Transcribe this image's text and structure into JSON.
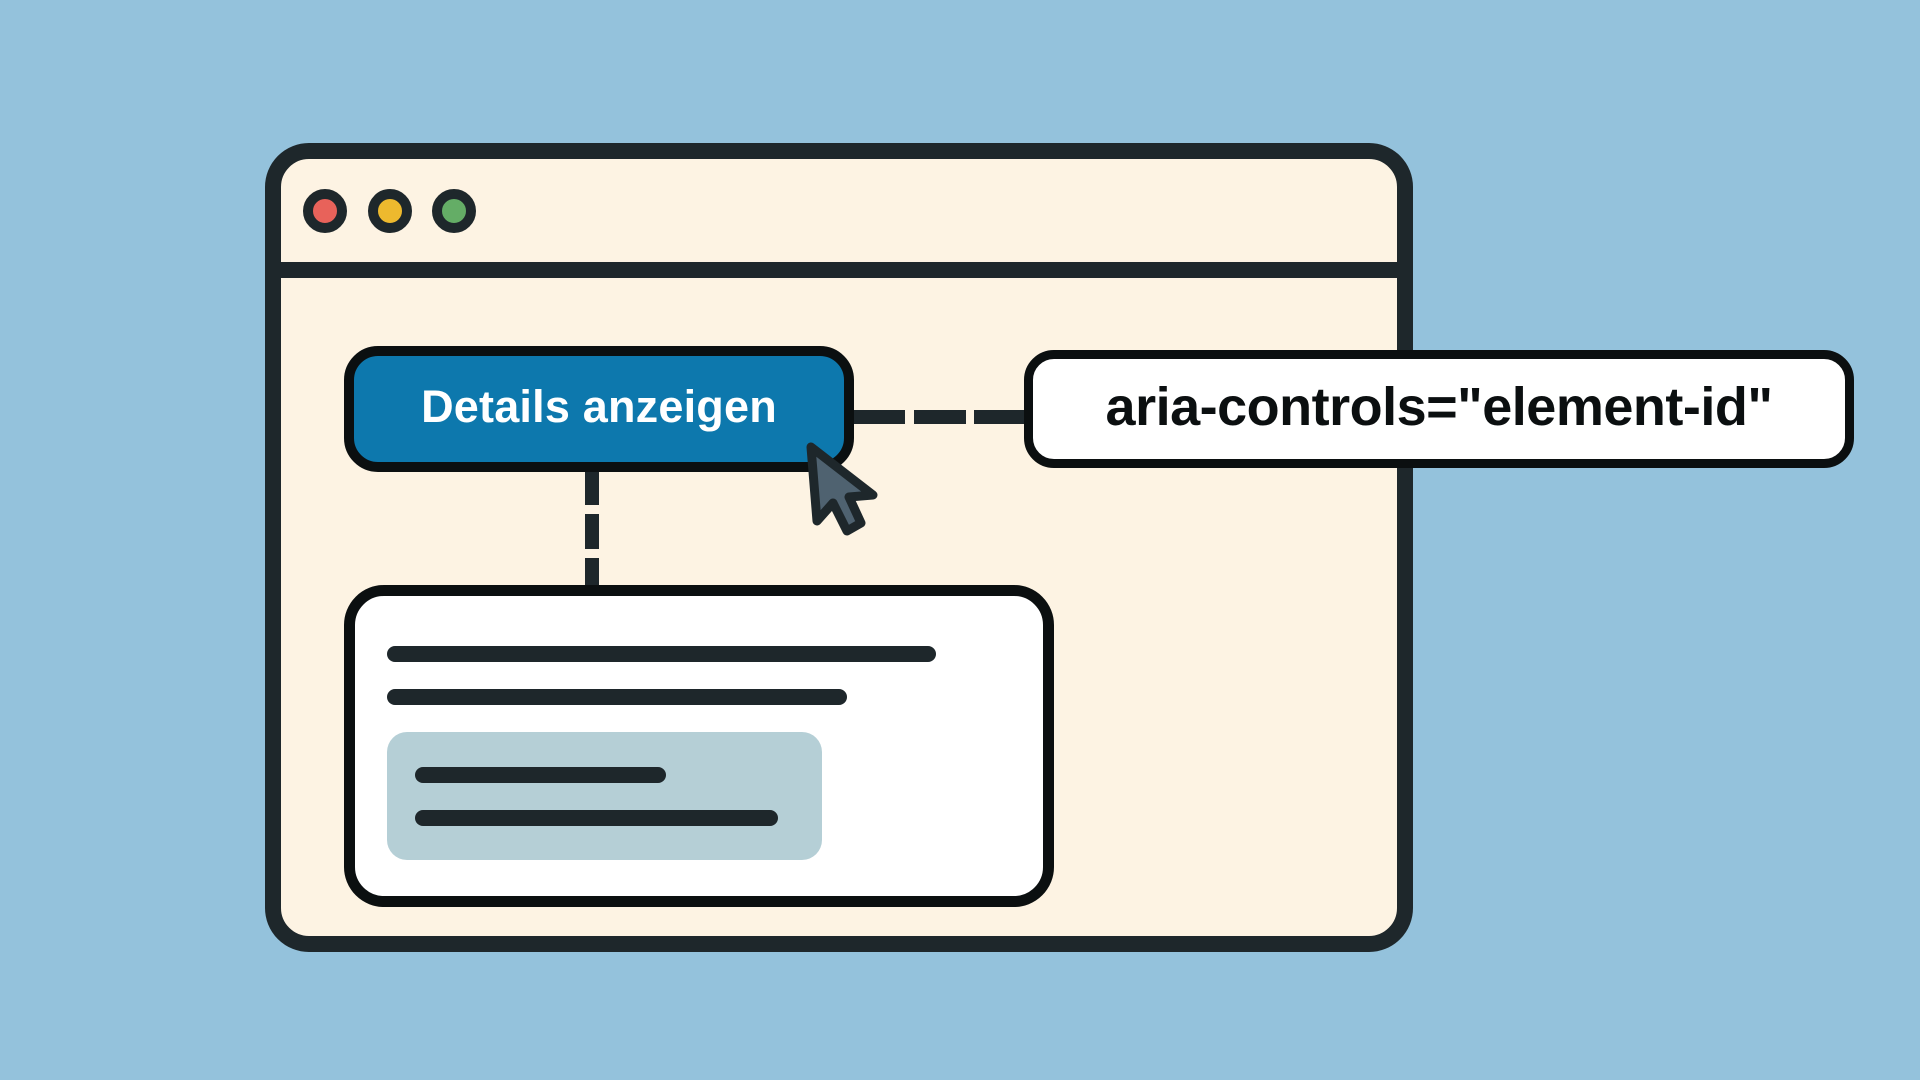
{
  "diagram": {
    "background_color": "#94c2dc",
    "window": {
      "frame_color": "#1e272b",
      "fill_color": "#fdf3e3",
      "traffic_lights": [
        {
          "name": "close",
          "color": "#e8625a"
        },
        {
          "name": "minimize",
          "color": "#edb92e"
        },
        {
          "name": "maximize",
          "color": "#64ad66"
        }
      ]
    },
    "button": {
      "label": "Details anzeigen",
      "color": "#0d78ad",
      "text_color": "#ffffff"
    },
    "attribute_label": {
      "text": "aria-controls=\"element-id\""
    },
    "connectors": [
      {
        "from": "button",
        "to": "attribute_label",
        "style": "dashed",
        "direction": "horizontal"
      },
      {
        "from": "button",
        "to": "content_panel",
        "style": "dashed",
        "direction": "vertical"
      }
    ],
    "content_panel": {
      "fill_color": "#ffffff",
      "placeholder_lines": 2,
      "nested_box": {
        "fill_color": "#b5cfd6",
        "placeholder_lines": 2
      }
    },
    "cursor": {
      "icon": "arrow-pointer",
      "color": "#4f6270"
    }
  }
}
